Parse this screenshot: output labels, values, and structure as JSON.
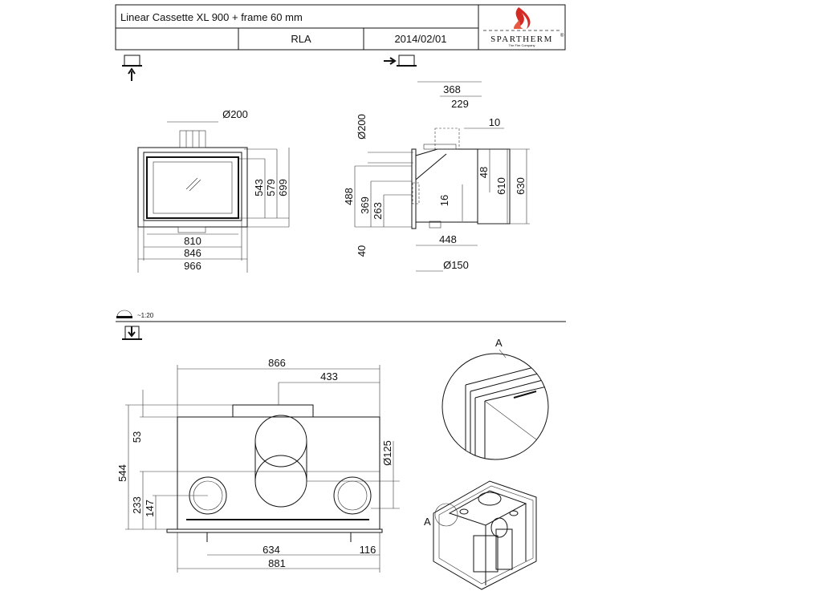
{
  "title_block": {
    "title": "Linear Cassette XL 900 + frame 60 mm",
    "author": "RLA",
    "date": "2014/02/01",
    "logo_text": "SPARTHERM",
    "logo_subtitle": "The Fire Company",
    "registered": "®"
  },
  "scale": "~1:20",
  "front_view": {
    "flue": "Ø200",
    "heights": [
      "543",
      "579",
      "699"
    ],
    "widths": [
      "810",
      "846",
      "966"
    ]
  },
  "side_view": {
    "top": [
      "368",
      "229",
      "10"
    ],
    "flue": "Ø200",
    "left": [
      "488",
      "369",
      "263",
      "40"
    ],
    "inner": "16",
    "right": [
      "48",
      "610",
      "630"
    ],
    "bottom": [
      "448",
      "Ø150"
    ]
  },
  "top_view": {
    "widths": [
      "866",
      "433"
    ],
    "left": [
      "53",
      "544",
      "233",
      "147"
    ],
    "pipe": "Ø125",
    "bottom": [
      "634",
      "116",
      "881"
    ]
  },
  "detail": {
    "label": "A",
    "iso_label": "A"
  }
}
